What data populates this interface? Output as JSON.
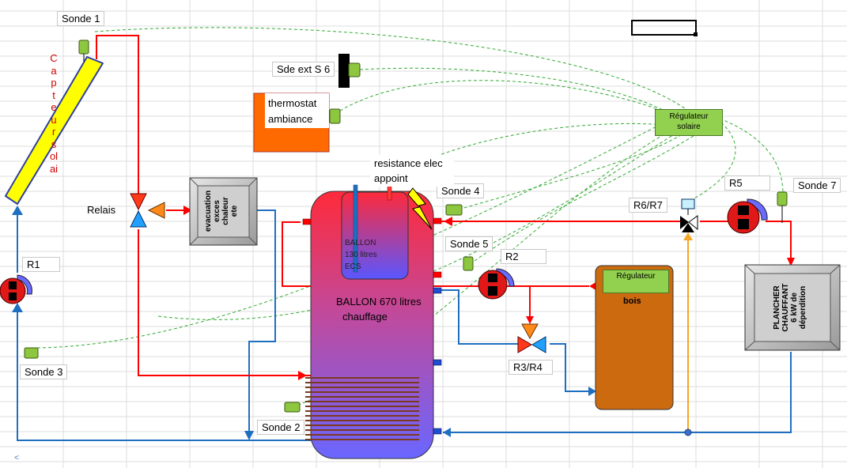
{
  "labels": {
    "sonde1": "Sonde 1",
    "sonde2": "Sonde 2",
    "sonde3": "Sonde 3",
    "sonde4": "Sonde 4",
    "sonde5": "Sonde 5",
    "sonde7": "Sonde 7",
    "sde_ext": "Sde ext S 6",
    "thermostat_line1": "thermostat",
    "thermostat_line2": "ambiance",
    "resistance_line1": "resistance elec",
    "resistance_line2": "appoint",
    "relais": "Relais",
    "r1": "R1",
    "r2": "R2",
    "r3r4": "R3/R4",
    "r5": "R5",
    "r6r7": "R6/R7",
    "capteur_letters": [
      "C",
      "a",
      "p",
      "t",
      "e",
      "u",
      "r",
      "s",
      "ol",
      "ai"
    ],
    "regulateur_solaire_line1": "Régulateur",
    "regulateur_solaire_line2": "solaire",
    "regulateur_bois": "Régulateur",
    "bois": "bois",
    "ballon_main_line1": "BALLON 670 litres",
    "ballon_main_line2": "chauffage",
    "ballon_ecs_line1": "BALLON",
    "ballon_ecs_line2": "130 litres",
    "ballon_ecs_line3": "ECS",
    "evacuation_line1": "evacuation",
    "evacuation_line2": "exces",
    "evacuation_line3": "chaleur",
    "evacuation_line4": "ete",
    "plancher_line1": "PLANCHER",
    "plancher_line2": "CHAUFFANT",
    "plancher_line3": "6 kW de",
    "plancher_line4": "déperdition"
  },
  "colors": {
    "hot_pipe": "#ff0000",
    "cold_pipe": "#1f6fc0",
    "signal_wire": "#33aa33",
    "orange_pipe": "#f5a623",
    "collector": "#ffff00",
    "sensor": "#8dc63f",
    "thermostat_box": "#ff6a00",
    "wood_boiler": "#cc6a10",
    "grid": "#d9d9d9"
  }
}
